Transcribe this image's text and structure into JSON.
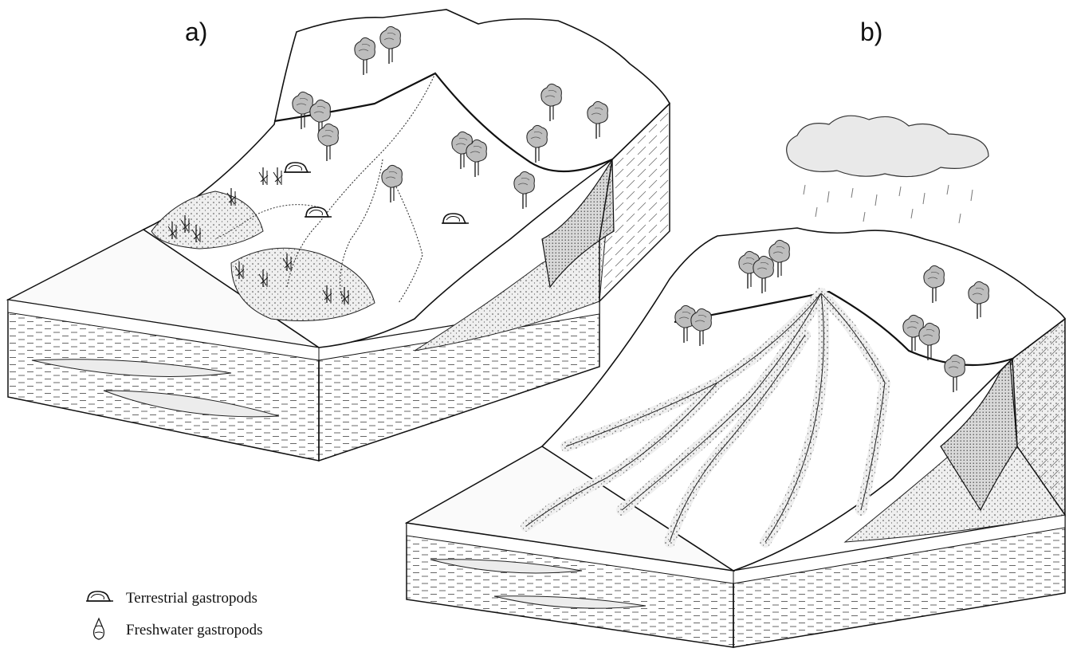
{
  "panels": [
    {
      "label": "a)"
    },
    {
      "label": "b)"
    }
  ],
  "legend": [
    {
      "icon": "terrestrial-gastropod-icon",
      "label": "Terrestrial gastropods"
    },
    {
      "icon": "freshwater-gastropod-icon",
      "label": "Freshwater gastropods"
    }
  ]
}
